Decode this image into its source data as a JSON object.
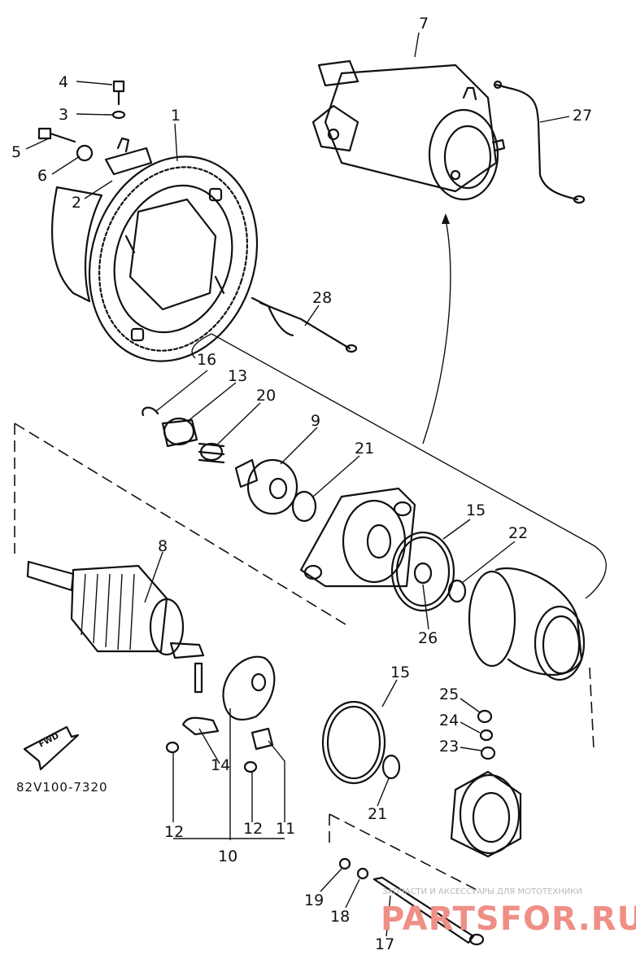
{
  "diagram": {
    "part_code": "82V100-7320",
    "fwd_label": "FWD",
    "watermark": {
      "top_text": "ЗАПЧАСТИ И АКСЕССУАРЫ ДЛЯ МОТОТЕХНИКИ",
      "main_text": "PARTSFOR.RU",
      "color": "#ef8f86"
    },
    "callouts": {
      "c1": "1",
      "c2": "2",
      "c3": "3",
      "c4": "4",
      "c5": "5",
      "c6": "6",
      "c7": "7",
      "c8": "8",
      "c9": "9",
      "c10": "10",
      "c11": "11",
      "c12a": "12",
      "c12b": "12",
      "c13": "13",
      "c14": "14",
      "c15a": "15",
      "c15b": "15",
      "c16": "16",
      "c17": "17",
      "c18": "18",
      "c19": "19",
      "c20": "20",
      "c21a": "21",
      "c21b": "21",
      "c22": "22",
      "c23": "23",
      "c24": "24",
      "c25": "25",
      "c26": "26",
      "c27": "27",
      "c28": "28"
    }
  }
}
